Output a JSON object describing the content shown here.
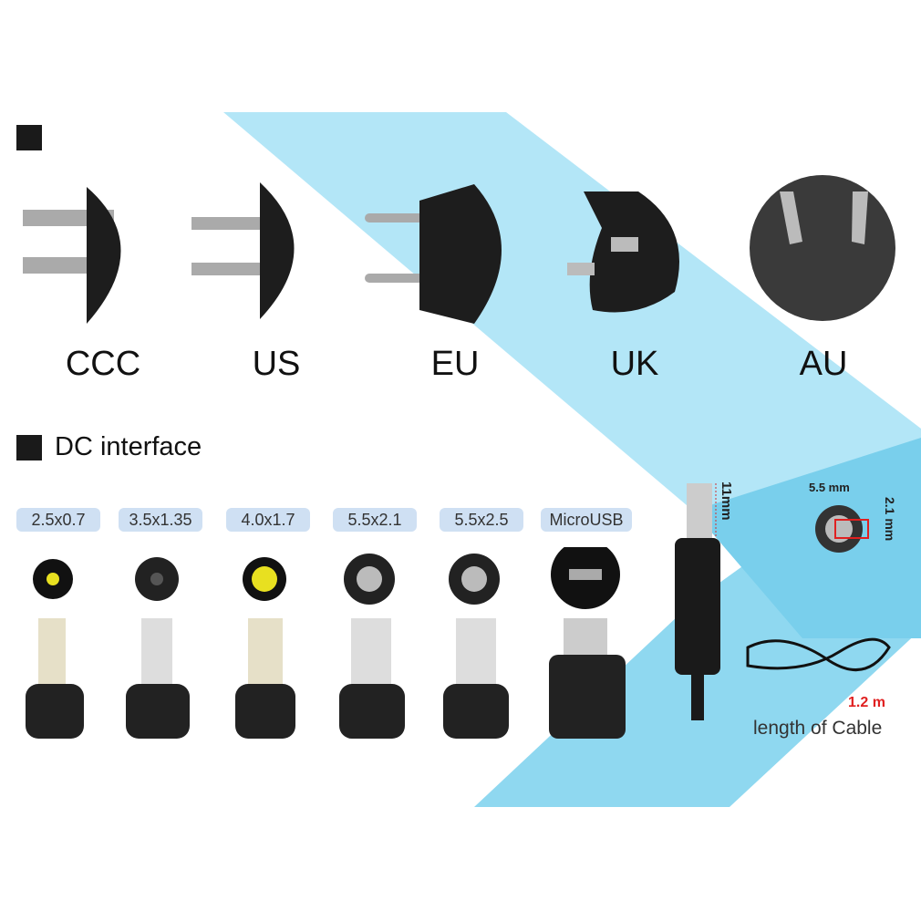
{
  "section_plugs": {
    "label": "",
    "items": [
      {
        "label": "CCC"
      },
      {
        "label": "US"
      },
      {
        "label": "EU"
      },
      {
        "label": "UK"
      },
      {
        "label": "AU"
      }
    ]
  },
  "section_dc": {
    "title": "DC interface",
    "tips": [
      {
        "label": "2.5x0.7"
      },
      {
        "label": "3.5x1.35"
      },
      {
        "label": "4.0x1.7"
      },
      {
        "label": "5.5x2.1"
      },
      {
        "label": "5.5x2.5"
      },
      {
        "label": "MicroUSB"
      }
    ]
  },
  "dimensions": {
    "length": "11mm",
    "outer": "5.5 mm",
    "inner": "2.1 mm",
    "cable": "1.2 m",
    "cable_label": "length of Cable"
  },
  "colors": {
    "band_light": "#b3e6f7",
    "band_dark": "#6fcbea",
    "tag": "#cfe0f3",
    "cable_red": "#e02020"
  }
}
